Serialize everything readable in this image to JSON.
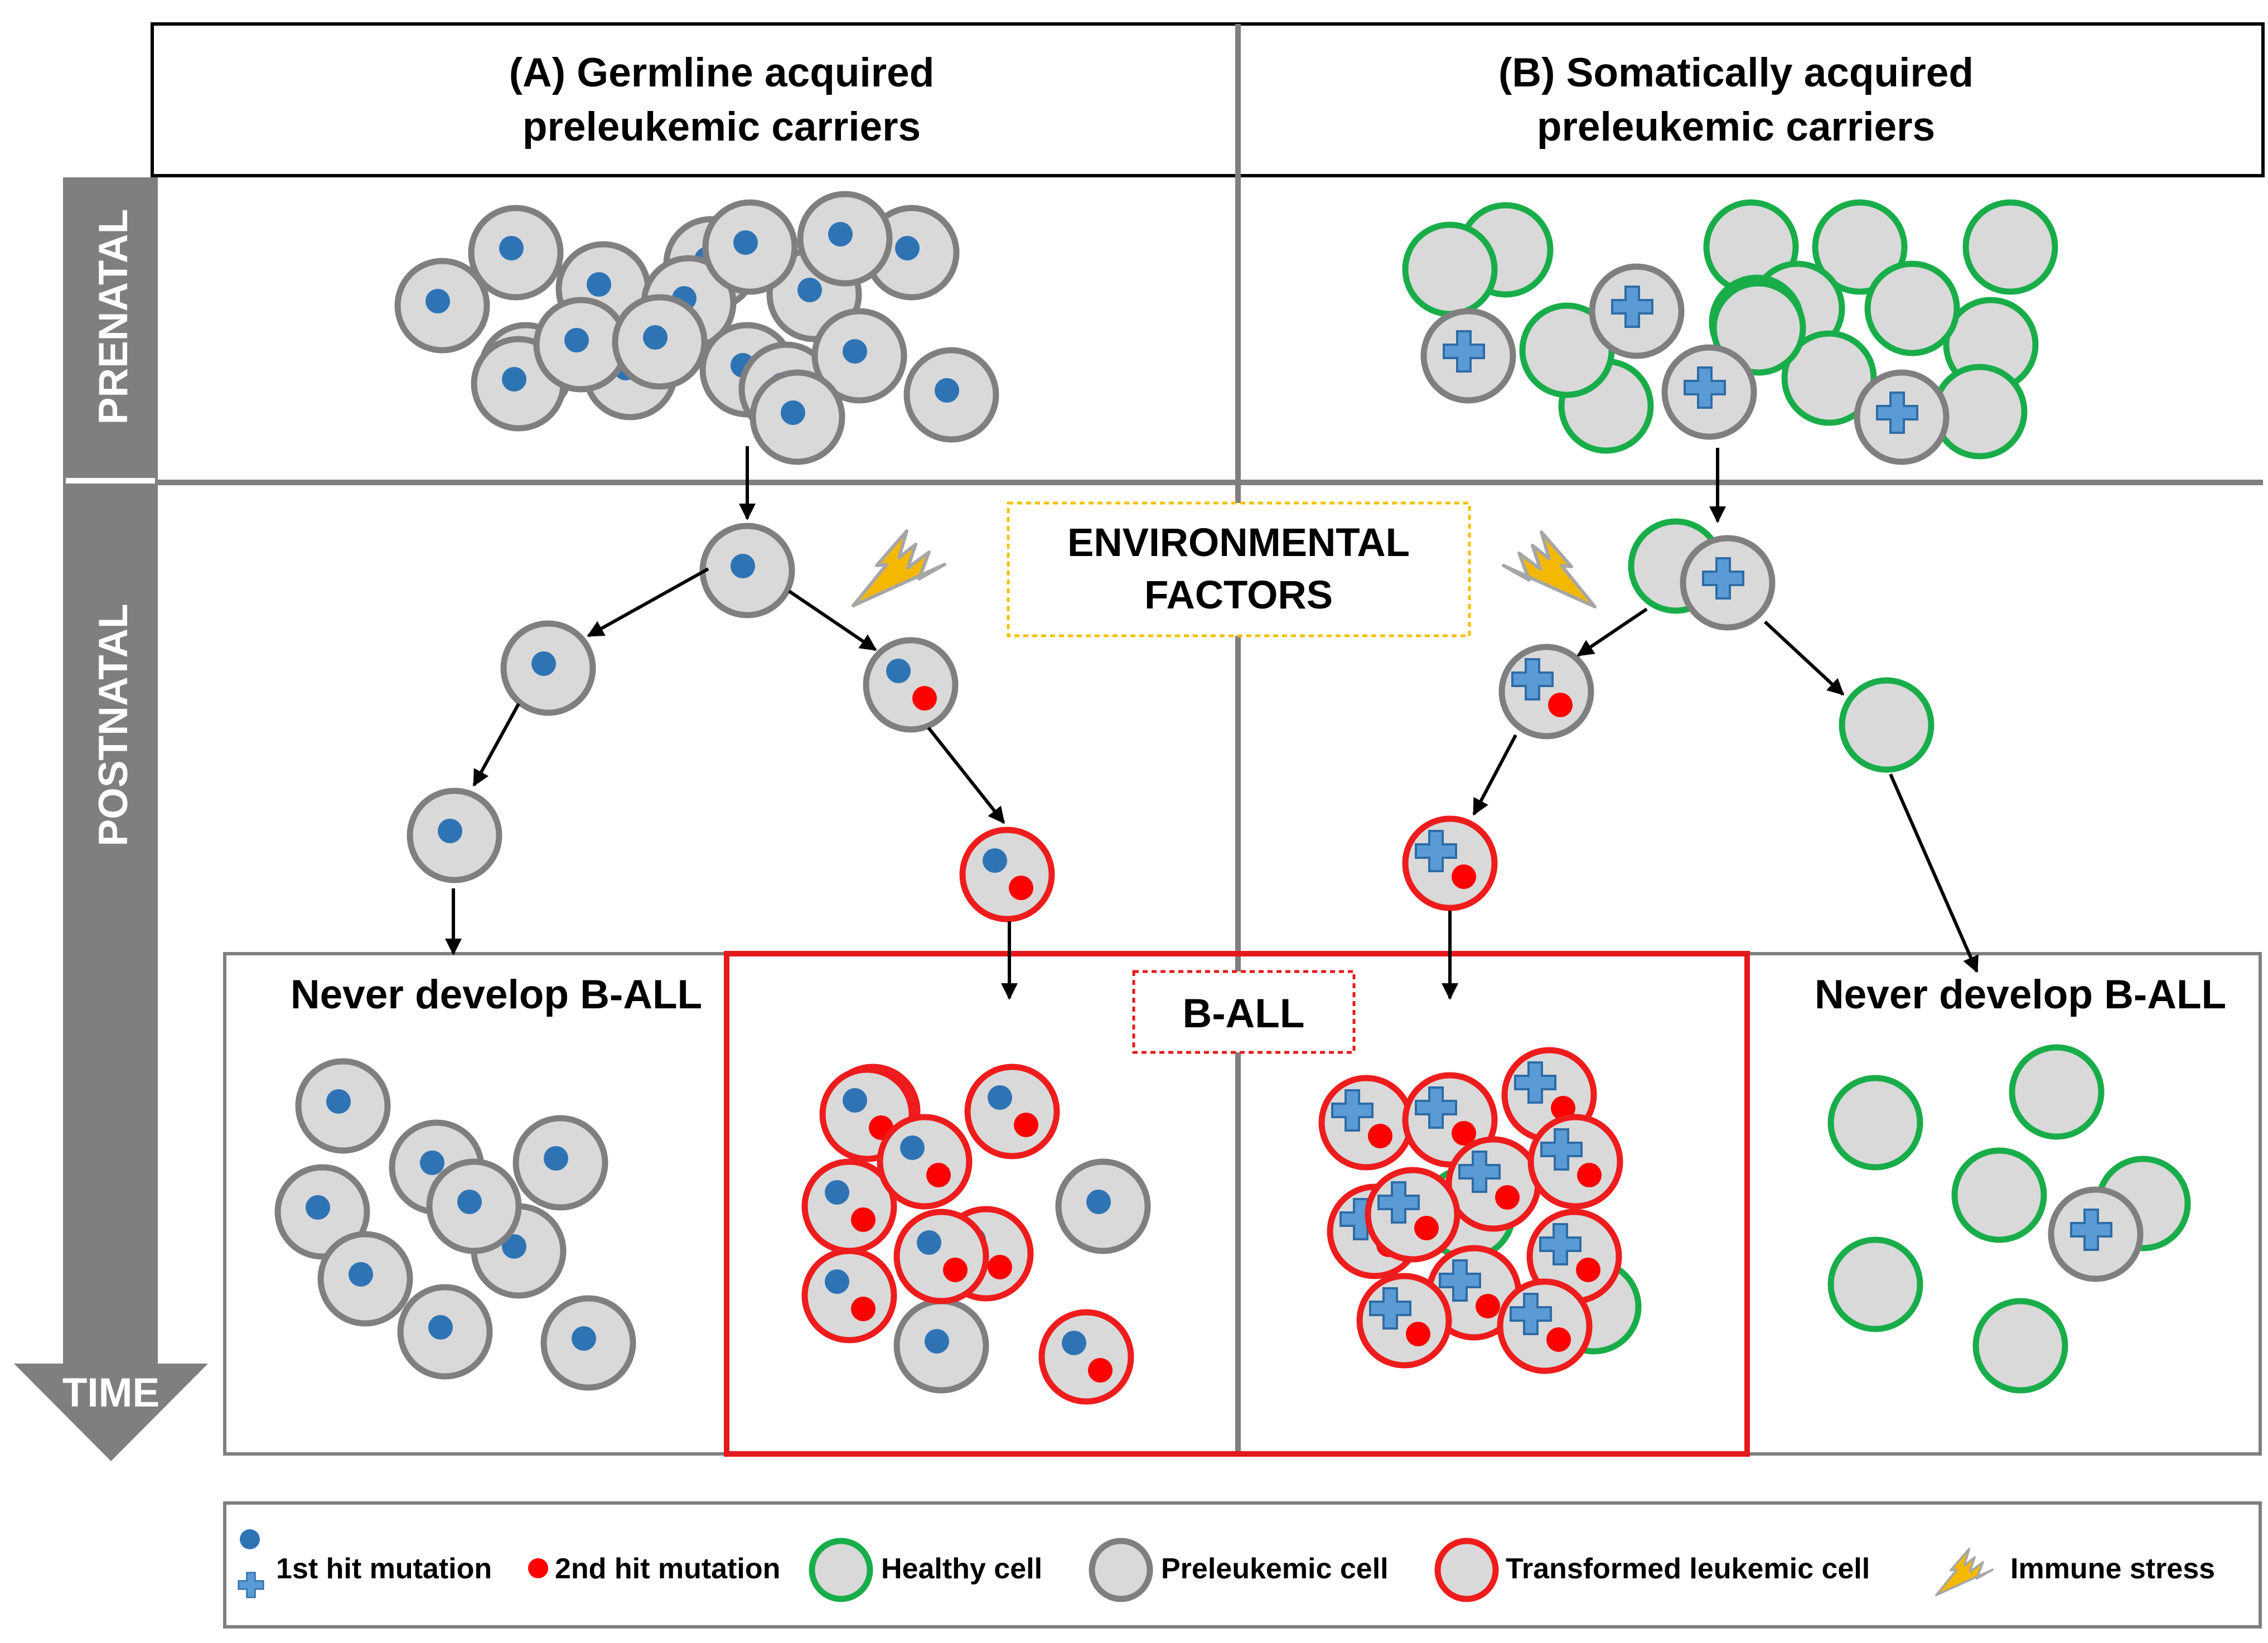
{
  "header": {
    "left_line1": "(A) Germline acquired",
    "left_line2": "preleukemic carriers",
    "right_line1": "(B) Somatically acquired",
    "right_line2": "preleukemic carriers"
  },
  "timeline": {
    "prenatal": "PRENATAL",
    "postnatal": "POSTNATAL",
    "time": "TIME"
  },
  "environment": {
    "line1": "ENVIRONMENTAL",
    "line2": "FACTORS"
  },
  "outcomes": {
    "left_never": "Never develop B-ALL",
    "right_never": "Never develop B-ALL",
    "ball": "B-ALL"
  },
  "legend": {
    "first_hit": "1st hit mutation",
    "second_hit": "2nd hit mutation",
    "healthy": "Healthy cell",
    "preleukemic": "Preleukemic cell",
    "transformed": "Transformed leukemic cell",
    "immune": "Immune stress"
  },
  "colors": {
    "cell_fill": "#d9d9d9",
    "healthy_ring": "#19ad4a",
    "preleukemic_ring": "#7f7f7f",
    "leukemic_ring": "#ee1c1c",
    "first_hit": "#2e74b5",
    "plus_fill": "#5b9bd5",
    "second_hit": "#ff0000",
    "lightning": "#f5b800",
    "divider": "#7f7f7f",
    "env_border": "#f2c200",
    "ball_border": "#e5191c"
  },
  "icons": [
    "first-hit-dot-icon",
    "first-hit-plus-icon",
    "second-hit-dot-icon",
    "lightning-icon",
    "arrow-icon"
  ]
}
